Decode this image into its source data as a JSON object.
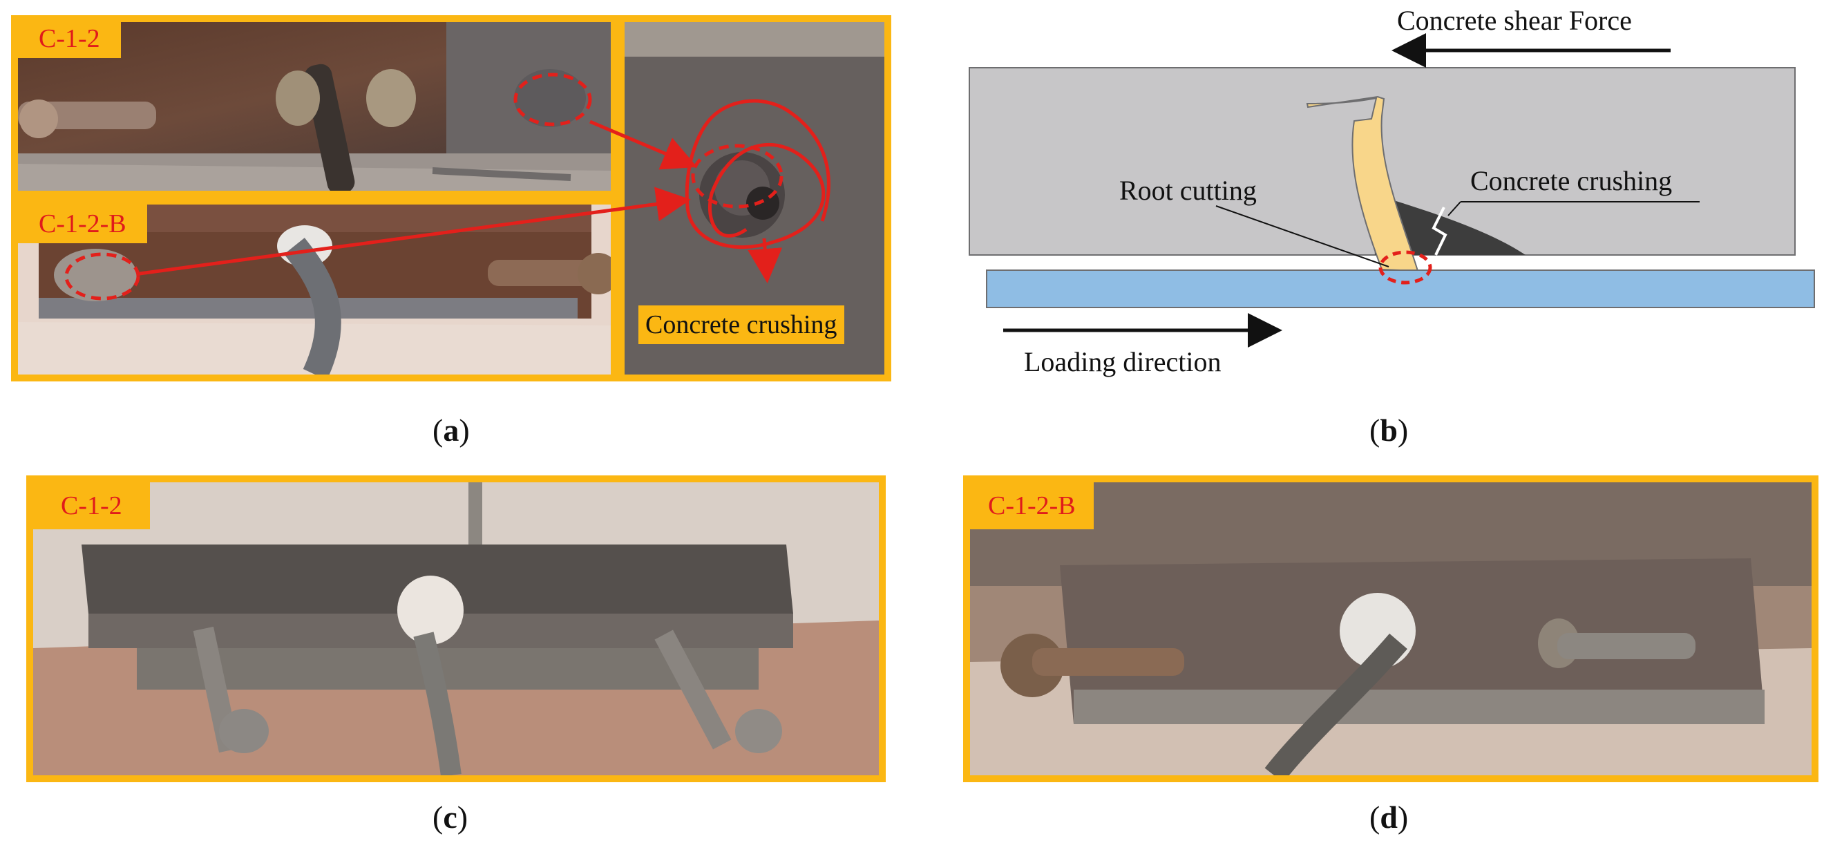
{
  "panels": {
    "a": {
      "caption": "a",
      "tag_top": "C-1-2",
      "tag_bottom": "C-1-2-B",
      "callout": "Concrete crushing"
    },
    "b": {
      "caption": "b",
      "shear_force": "Concrete shear Force",
      "root_cutting": "Root cutting",
      "concrete_crushing": "Concrete crushing",
      "loading_direction": "Loading direction"
    },
    "c": {
      "caption": "c",
      "tag": "C-1-2"
    },
    "d": {
      "caption": "d",
      "tag": "C-1-2-B"
    }
  },
  "colors": {
    "frame": "#fbb713",
    "tag_text": "#e01b1b",
    "annotation_red": "#e3201b",
    "concrete_block": "#c7c6c8",
    "steel_plate": "#8fbde4",
    "stud": "#f8d68a",
    "crush_zone": "#3d3d3d"
  }
}
